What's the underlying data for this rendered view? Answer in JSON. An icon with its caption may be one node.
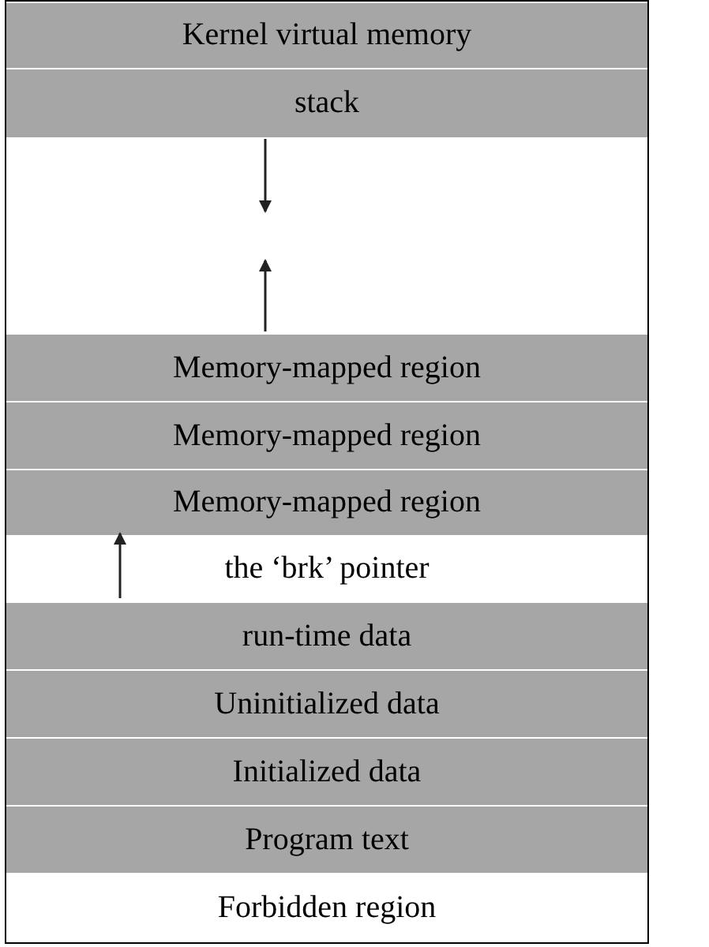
{
  "diagram": {
    "nodes": [
      {
        "text": [
          "Kernel virtual memory"
        ]
      },
      {
        "text": [
          "stack"
        ]
      },
      {
        "text": [
          "Memory-mapped region"
        ]
      },
      {
        "text": [
          "Memory-mapped region"
        ]
      },
      {
        "text": [
          "Memory-mapped region"
        ]
      },
      {
        "text": [
          "the ‘brk’ pointer"
        ]
      },
      {
        "text": [
          "run-time data"
        ]
      },
      {
        "text": [
          "Uninitialized data"
        ]
      },
      {
        "text": [
          "Initialized data"
        ]
      },
      {
        "text": [
          "Program text"
        ]
      },
      {
        "text": [
          "Forbidden region"
        ]
      }
    ],
    "edges": [
      {
        "from": 5,
        "to": 4,
        "arrow": "to"
      }
    ]
  }
}
